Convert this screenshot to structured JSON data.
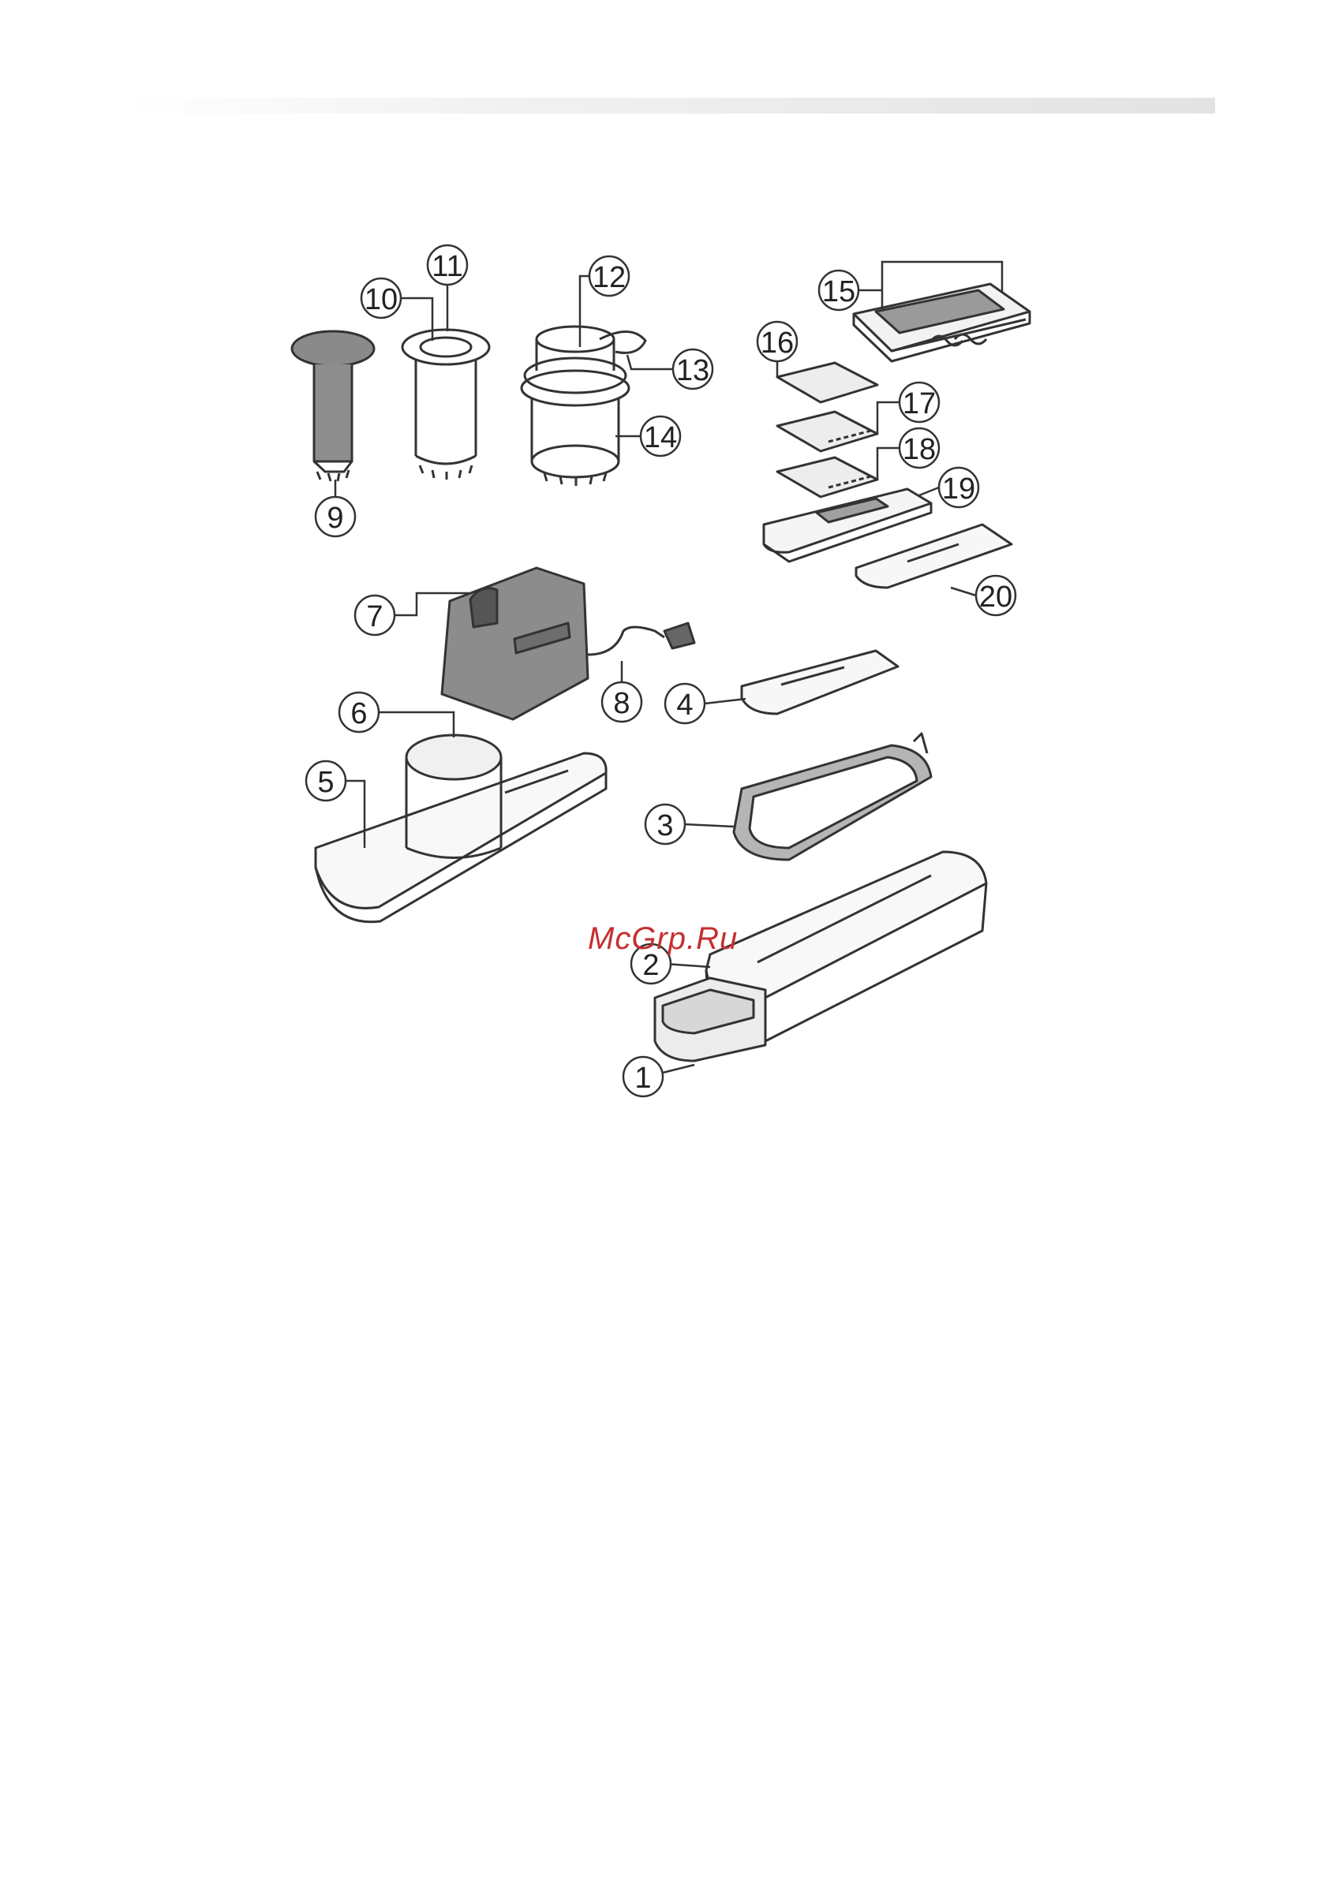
{
  "watermark": "McGrp.Ru",
  "parts": [
    {
      "id": "part-1",
      "label": "1"
    },
    {
      "id": "part-2",
      "label": "2"
    },
    {
      "id": "part-3",
      "label": "3"
    },
    {
      "id": "part-4",
      "label": "4"
    },
    {
      "id": "part-5",
      "label": "5"
    },
    {
      "id": "part-6",
      "label": "6"
    },
    {
      "id": "part-7",
      "label": "7"
    },
    {
      "id": "part-8",
      "label": "8"
    },
    {
      "id": "part-9",
      "label": "9"
    },
    {
      "id": "part-10",
      "label": "10"
    },
    {
      "id": "part-11",
      "label": "11"
    },
    {
      "id": "part-12",
      "label": "12"
    },
    {
      "id": "part-13",
      "label": "13"
    },
    {
      "id": "part-14",
      "label": "14"
    },
    {
      "id": "part-15",
      "label": "15"
    },
    {
      "id": "part-16",
      "label": "16"
    },
    {
      "id": "part-17",
      "label": "17"
    },
    {
      "id": "part-18",
      "label": "18"
    },
    {
      "id": "part-19",
      "label": "19"
    },
    {
      "id": "part-20",
      "label": "20"
    }
  ]
}
